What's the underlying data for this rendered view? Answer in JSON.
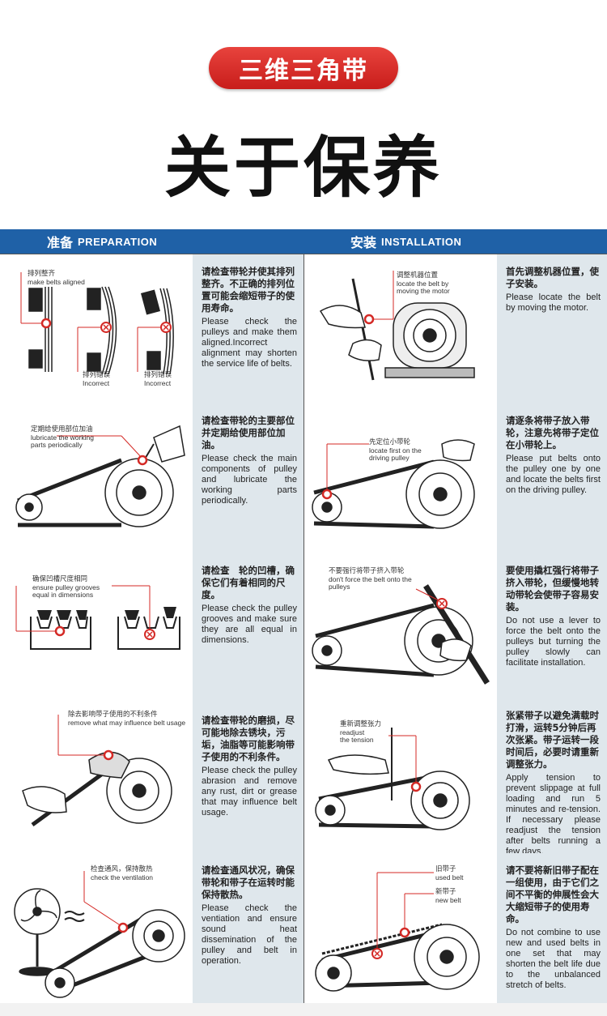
{
  "badge": "三维三角带",
  "title": "关于保养",
  "header": {
    "prep_zh": "准备",
    "prep_en": "PREPARATION",
    "inst_zh": "安装",
    "inst_en": "INSTALLATION"
  },
  "rows": [
    {
      "left_labels": {
        "a_zh": "排列整齐",
        "a_en": "make belts aligned",
        "b_zh": "排列错误",
        "b_en": "Incorrect",
        "c_zh": "排列错误",
        "c_en": "Incorrect"
      },
      "left_text": {
        "zh": "请检查带轮并使其排列整齐。不正确的排列位置可能会缩短带子的使用寿命。",
        "en": "Please check the pulleys and make them aligned.Incorrect alignment may shorten the service life of belts."
      },
      "right_labels": {
        "a_zh": "调整机器位置",
        "a_en": "locate the belt by moving the motor"
      },
      "right_text": {
        "zh": "首先调整机器位置，使子安装。",
        "en": "Please locate the belt by moving the motor."
      }
    },
    {
      "left_labels": {
        "a_zh": "定期给使用部位加油",
        "a_en": "lubricate the working parts periodically"
      },
      "left_text": {
        "zh": "请检查带轮的主要部位并定期给使用部位加油。",
        "en": "Please check the main components of pulley and lubricate the working parts periodically."
      },
      "right_labels": {
        "a_zh": "先定位小带轮",
        "a_en": "locate first on the driving pulley"
      },
      "right_text": {
        "zh": "请逐条将带子放入带轮，注意先将带子定位在小带轮上。",
        "en": "Please put belts onto the pulley one by one and locate the belts first on the driving pulley."
      }
    },
    {
      "left_labels": {
        "a_zh": "确保凹槽尺度相同",
        "a_en": "ensure pulley grooves equal in dimensions"
      },
      "left_text": {
        "zh": "请检查　轮的凹槽，确保它们有着相同的尺度。",
        "en": "Please check the pulley grooves and make sure they are all equal in dimensions."
      },
      "right_labels": {
        "a_zh": "不要强行将带子挤入带轮",
        "a_en": "don't force the belt onto the pulleys"
      },
      "right_text": {
        "zh": "要使用撬杠强行将带子挤入带轮，但缓慢地转动带轮会使带子容易安装。",
        "en": "Do not use a lever to force the belt onto the pulleys but turning the pulley slowly can facilitate installation."
      }
    },
    {
      "left_labels": {
        "a_zh": "除去影响带子使用的不利条件",
        "a_en": "remove what may influence belt usage"
      },
      "left_text": {
        "zh": "请检查带轮的磨损，尽可能地除去锈块，污垢，油脂等可能影响带子使用的不利条件。",
        "en": "Please check the pulley abrasion and remove any rust, dirt or grease that may influence belt usage."
      },
      "right_labels": {
        "a_zh": "重新调整张力",
        "a_en": "readjust the tension"
      },
      "right_text": {
        "zh": "张紧带子以避免满载时打滑，运转5分钟后再次张紧。带子运转一段时间后，必要时请重新调整张力。",
        "en": "Apply tension to prevent slippage at full loading and run 5 minutes and re-tension. If necessary please readjust the tension after belts running a few days."
      }
    },
    {
      "left_labels": {
        "a_zh": "检查通风，保持散热",
        "a_en": "check the ventilation"
      },
      "left_text": {
        "zh": "请检查通风状况，确保带轮和带子在运转时能保持散热。",
        "en": "Please check the ventiation and ensure sound heat dissemination of the pulley and belt in operation."
      },
      "right_labels": {
        "a_zh": "旧带子",
        "a_en": "used belt",
        "b_zh": "新带子",
        "b_en": "new belt"
      },
      "right_text": {
        "zh": "请不要将新旧带子配在一组使用，由于它们之间不平衡的伸展性会大大缩短带子的使用寿命。",
        "en": "Do not combine to use new and used belts in one set that may shorten the belt life due to the unbalanced stretch of belts."
      }
    }
  ],
  "colors": {
    "accent": "#d42a26",
    "header": "#1f61a7",
    "text_bg": "#dfe7ec"
  }
}
